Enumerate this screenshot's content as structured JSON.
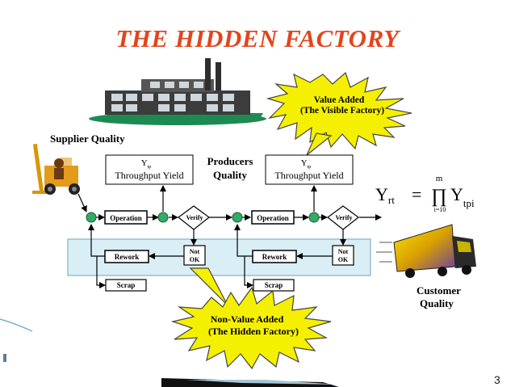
{
  "title": "THE HIDDEN FACTORY",
  "labels": {
    "supplier_quality": "Supplier Quality",
    "producers_quality_line1": "Producers",
    "producers_quality_line2": "Quality",
    "customer_quality_line1": "Customer",
    "customer_quality_line2": "Quality"
  },
  "yield_boxes": [
    {
      "symbol": "Y",
      "subscript": "tp",
      "label": "Throughput Yield"
    },
    {
      "symbol": "Y",
      "subscript": "tp",
      "label": "Throughput Yield"
    }
  ],
  "process": {
    "operation_label": "Operation",
    "verify_label": "Verify",
    "rework_label": "Rework",
    "scrap_label": "Scrap",
    "not_ok_line1": "Not",
    "not_ok_line2": "OK"
  },
  "callouts": {
    "value_added_line1": "Value Added",
    "value_added_line2": "(The Visible Factory)",
    "non_value_added_line1": "Non-Value Added",
    "non_value_added_line2": "(The Hidden Factory)"
  },
  "formula": {
    "lhs_symbol": "Y",
    "lhs_subscript": "rt",
    "equals": "=",
    "upper_limit": "m",
    "product_symbol": "∏",
    "lower_limit": "i=10",
    "rhs_symbol": "Y",
    "rhs_subscript": "tpi"
  },
  "slide_number": "3",
  "colors": {
    "title": "#e2451c",
    "starburst": "#f5f000",
    "band": "#d9eef5",
    "node": "#33aa66",
    "factory": "#3c3c3c",
    "grass": "#1d8a52"
  }
}
